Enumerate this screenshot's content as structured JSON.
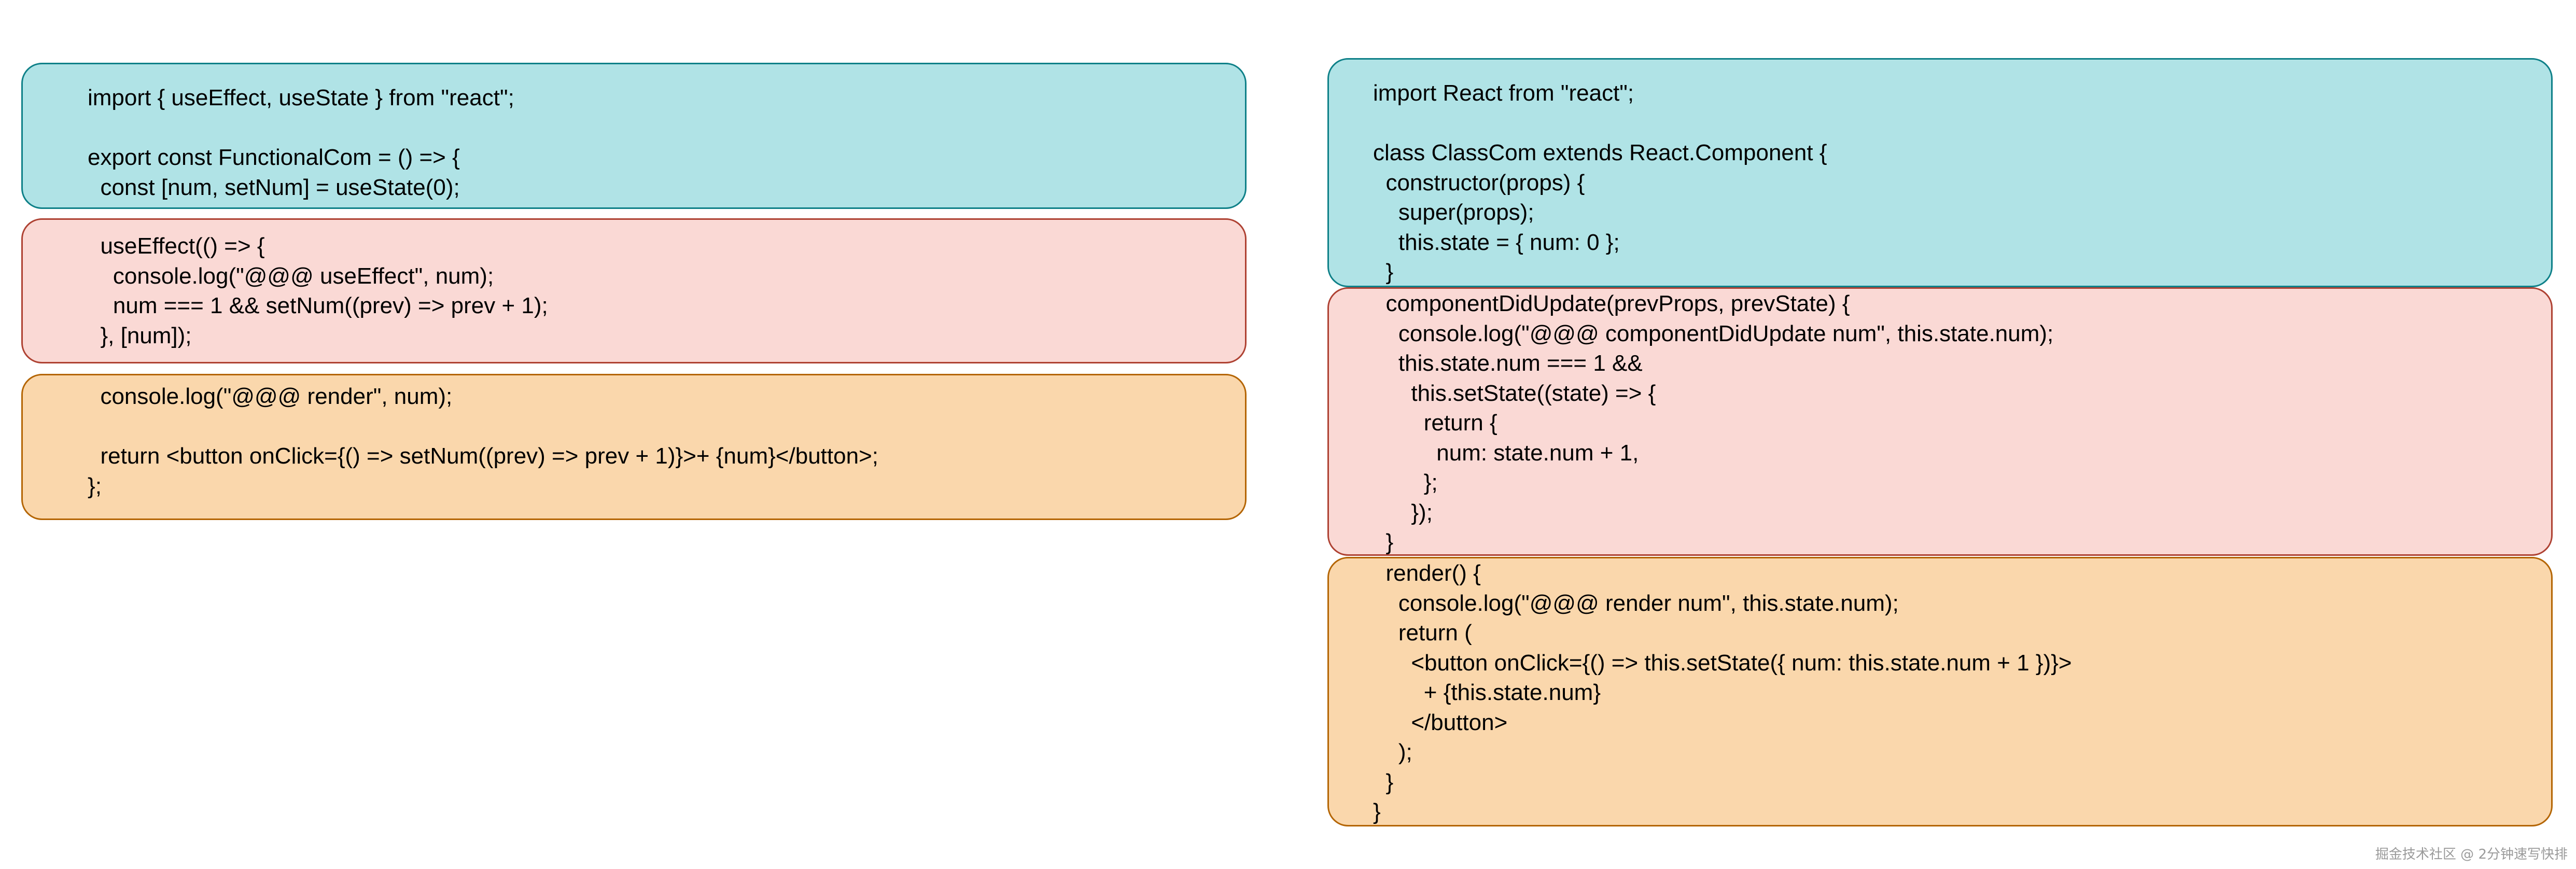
{
  "functional": {
    "imports": "import { useEffect, useState } from \"react\";\n\nexport const FunctionalCom = () => {\n  const [num, setNum] = useState(0);",
    "effect": "  useEffect(() => {\n    console.log(\"@@@ useEffect\", num);\n    num === 1 && setNum((prev) => prev + 1);\n  }, [num]);",
    "render": "  console.log(\"@@@ render\", num);\n\n  return <button onClick={() => setNum((prev) => prev + 1)}>+ {num}</button>;\n};"
  },
  "class": {
    "imports": "import React from \"react\";\n\nclass ClassCom extends React.Component {\n  constructor(props) {\n    super(props);\n    this.state = { num: 0 };\n  }",
    "update": "  componentDidUpdate(prevProps, prevState) {\n    console.log(\"@@@ componentDidUpdate num\", this.state.num);\n    this.state.num === 1 &&\n      this.setState((state) => {\n        return {\n          num: state.num + 1,\n        };\n      });\n  }",
    "render": "  render() {\n    console.log(\"@@@ render num\", this.state.num);\n    return (\n      <button onClick={() => this.setState({ num: this.state.num + 1 })}>\n        + {this.state.num}\n      </button>\n    );\n  }\n}"
  },
  "watermark": "掘金技术社区 @ 2分钟速写快排",
  "colors": {
    "teal_fill": "#b0e3e6",
    "teal_stroke": "#0e8088",
    "pink_fill": "#fad9d5",
    "pink_stroke": "#ae4132",
    "orange_fill": "#fad7ac",
    "orange_stroke": "#b46504"
  }
}
